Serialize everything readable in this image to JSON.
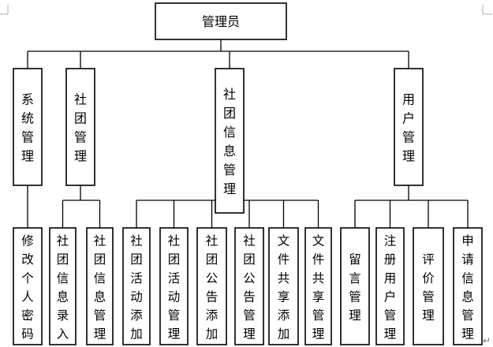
{
  "diagram": {
    "root": {
      "id": "admin",
      "label": "管理员"
    },
    "modules": [
      {
        "id": "system",
        "label": "系统管理",
        "children": [
          {
            "id": "change-password",
            "label": "修改个人密码"
          }
        ]
      },
      {
        "id": "club",
        "label": "社团管理",
        "children": [
          {
            "id": "club-info-entry",
            "label": "社团信息录入"
          },
          {
            "id": "club-info-manage",
            "label": "社团信息管理"
          }
        ]
      },
      {
        "id": "club-info",
        "label": "社团信息管理",
        "children": [
          {
            "id": "activity-add",
            "label": "社团活动添加"
          },
          {
            "id": "activity-manage",
            "label": "社团活动管理"
          },
          {
            "id": "notice-add",
            "label": "社团公告添加"
          },
          {
            "id": "notice-manage",
            "label": "社团公告管理"
          },
          {
            "id": "file-share-add",
            "label": "文件共享添加"
          },
          {
            "id": "file-share-manage",
            "label": "文件共享管理"
          }
        ]
      },
      {
        "id": "user",
        "label": "用户管理",
        "children": [
          {
            "id": "message-manage",
            "label": "留言管理"
          },
          {
            "id": "registered-user-manage",
            "label": "注册用户管理"
          },
          {
            "id": "review-manage",
            "label": "评价管理"
          },
          {
            "id": "application-info-manage",
            "label": "申请信息管理"
          }
        ]
      }
    ],
    "paragraph_mark": "↵"
  }
}
